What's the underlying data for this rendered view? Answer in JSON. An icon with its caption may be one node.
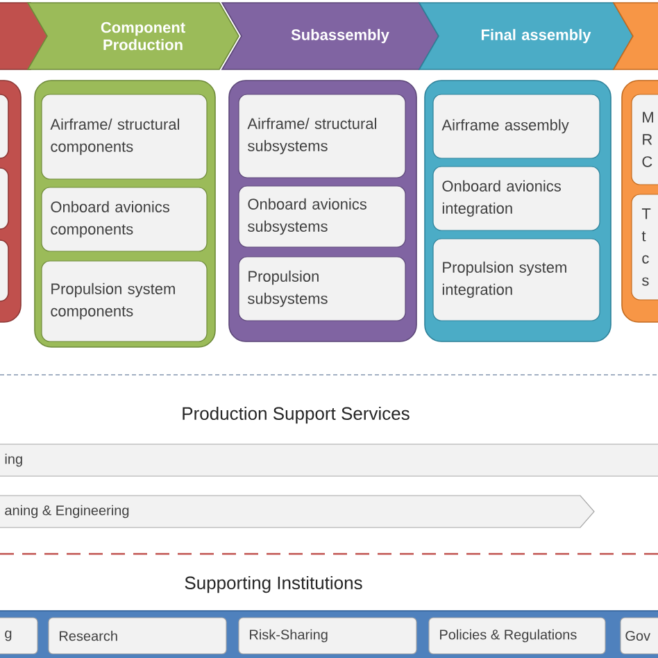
{
  "diagram": {
    "nodes": [
      {
        "text": [],
        "shape": "chevron"
      },
      {
        "text": [
          "Component Production"
        ]
      },
      {
        "text": [
          "Subassembly"
        ]
      },
      {
        "text": [
          "Final assembly"
        ]
      },
      {
        "text": [],
        "shape": "chevron"
      },
      {
        "text": [],
        "shape": "box"
      },
      {
        "text": [],
        "shape": "box",
        "in": 5
      },
      {
        "text": [],
        "shape": "box",
        "in": 5
      },
      {
        "text": [],
        "shape": "box",
        "in": 5
      },
      {
        "text": [],
        "shape": "box"
      },
      {
        "text": [
          "Airframe/ structural components"
        ],
        "in": 9
      },
      {
        "text": [
          "Onboard avionics components"
        ],
        "in": 9
      },
      {
        "text": [
          "Propulsion system components"
        ],
        "in": 9
      },
      {
        "text": [],
        "shape": "box"
      },
      {
        "text": [
          "Airframe/ structural subsystems"
        ],
        "in": 13
      },
      {
        "text": [
          "Onboard avionics subsystems"
        ],
        "in": 13
      },
      {
        "text": [
          "Propulsion subsystems"
        ],
        "in": 13
      },
      {
        "text": [],
        "shape": "box"
      },
      {
        "text": [
          "Airframe assembly"
        ],
        "in": 17
      },
      {
        "text": [
          "Onboard avionics integration"
        ],
        "in": 17
      },
      {
        "text": [
          "Propulsion system integration"
        ],
        "in": 17
      },
      {
        "text": [],
        "shape": "box"
      },
      {
        "text": [
          "M R C"
        ],
        "in": 21
      },
      {
        "text": [
          "T t c s"
        ],
        "in": 21
      },
      {
        "text": [
          "ing"
        ]
      },
      {
        "text": [
          "aning & Engineering"
        ]
      },
      {
        "text": [],
        "shape": "box"
      },
      {
        "text": [
          "g"
        ],
        "in": 26
      },
      {
        "text": [
          "Research"
        ],
        "in": 26
      },
      {
        "text": [
          "Risk-Sharing"
        ],
        "in": 26
      },
      {
        "text": [
          "Policies & Regulations"
        ],
        "in": 26
      },
      {
        "text": [
          "Gov"
        ],
        "in": 26
      }
    ],
    "edges": [],
    "labels": [
      "Production Support Services",
      "Supporting Institutions"
    ]
  }
}
